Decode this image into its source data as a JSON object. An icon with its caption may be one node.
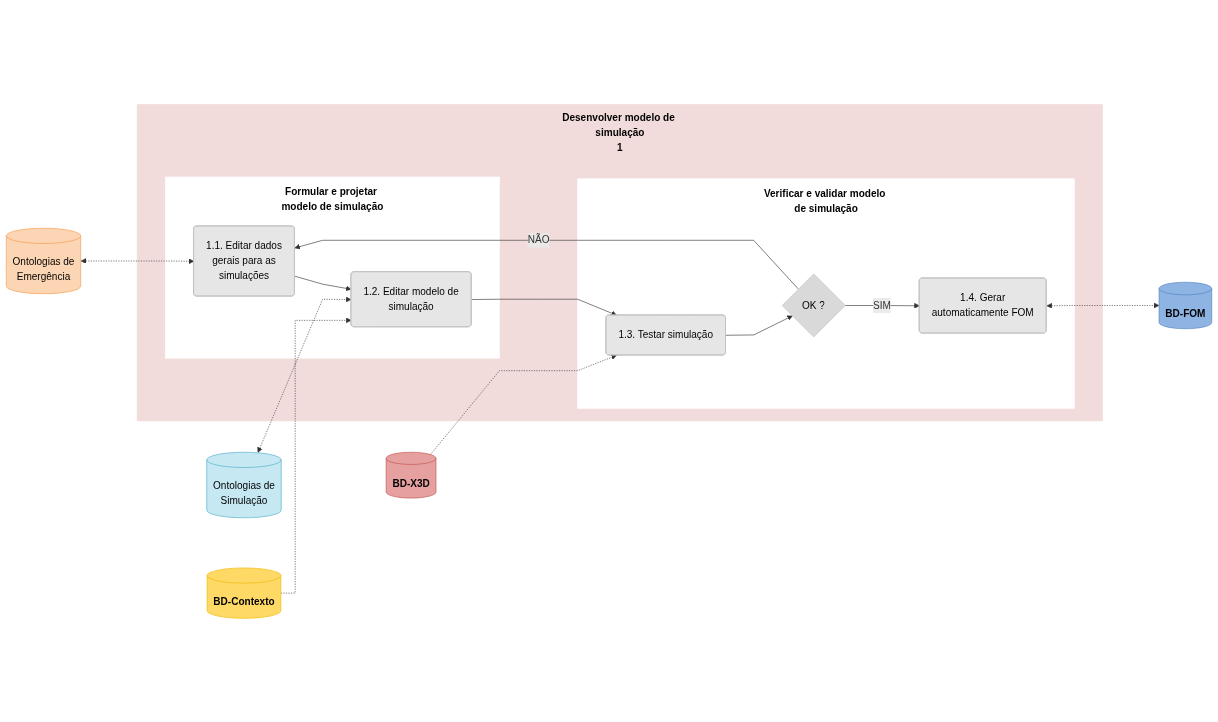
{
  "diagram": {
    "nodes": [
      {
        "text": [
          "Desenvolver modelo de simulação",
          "1"
        ]
      },
      {
        "text": [
          "Formular e projetar modelo de simulação"
        ],
        "in": 0
      },
      {
        "text": [
          "Verificar e validar modelo de simulação"
        ],
        "in": 0
      },
      {
        "text": [
          "1.1. Editar dados gerais para as simulações"
        ],
        "in": 1
      },
      {
        "text": [
          "1.2. Editar modelo de simulação"
        ],
        "in": 1
      },
      {
        "text": [
          "1.4. Gerar automaticamente FOM"
        ],
        "in": 2
      },
      {
        "text": [
          "OK ?"
        ],
        "in": 2
      },
      {
        "text": [
          "1.3. Testar simulação"
        ],
        "in": 2
      },
      {
        "text": [
          "Ontologias de Emergência"
        ]
      },
      {
        "text": [
          "Ontologias de Simulação"
        ]
      },
      {
        "text": [
          "BD-Contexto"
        ]
      },
      {
        "text": [
          "BD-FOM"
        ]
      },
      {
        "text": [
          "BD-X3D"
        ]
      }
    ],
    "edges": [
      {
        "from": 8,
        "to": 3,
        "arrow": "both",
        "style": "dashed"
      },
      {
        "from": 3,
        "to": 4,
        "arrow": "to"
      },
      {
        "from": 9,
        "to": 4,
        "arrow": "both",
        "style": "dashed"
      },
      {
        "from": 10,
        "to": 4,
        "arrow": "to",
        "style": "dashed"
      },
      {
        "from": 4,
        "to": 7,
        "arrow": "to"
      },
      {
        "from": 7,
        "to": 6,
        "arrow": "to"
      },
      {
        "from": 6,
        "to": 5,
        "arrow": "to",
        "label": "SIM"
      },
      {
        "from": 6,
        "to": 3,
        "arrow": "to",
        "label": "NÃO"
      },
      {
        "from": 5,
        "to": 11,
        "arrow": "both",
        "style": "dashed"
      },
      {
        "from": 12,
        "to": 7,
        "arrow": "to",
        "style": "dashed"
      }
    ]
  }
}
